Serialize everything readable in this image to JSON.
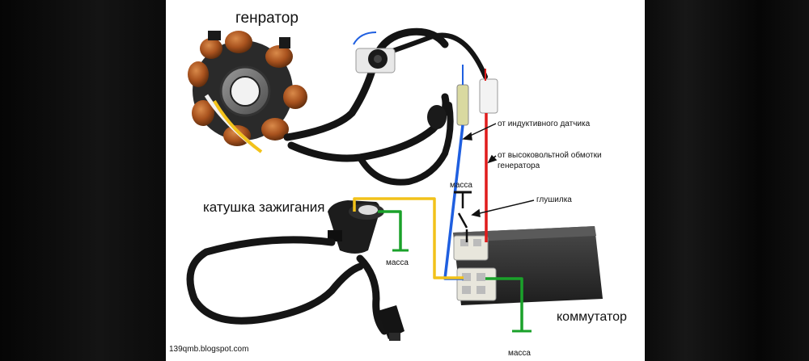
{
  "labels": {
    "generator": "генратор",
    "ignition_coil": "катушка зажигания",
    "inductive_sensor": "от индуктивного датчика",
    "hv_winding_line1": "от высоковольтной обмотки",
    "hv_winding_line2": "генератора",
    "ground_top": "масса",
    "kill_switch": "глушилка",
    "ground_coil": "масса",
    "commutator": "коммутатор",
    "ground_bottom": "масса",
    "source": "139qmb.blogspot.com"
  },
  "colors": {
    "wire_blue": "#1f5fe0",
    "wire_red": "#e01b1b",
    "wire_yellow": "#f2c21a",
    "wire_green": "#1aa12a",
    "copper": "#a8521e",
    "body_black": "#1c1c1c",
    "cdi_dark": "#2b2b2b"
  }
}
